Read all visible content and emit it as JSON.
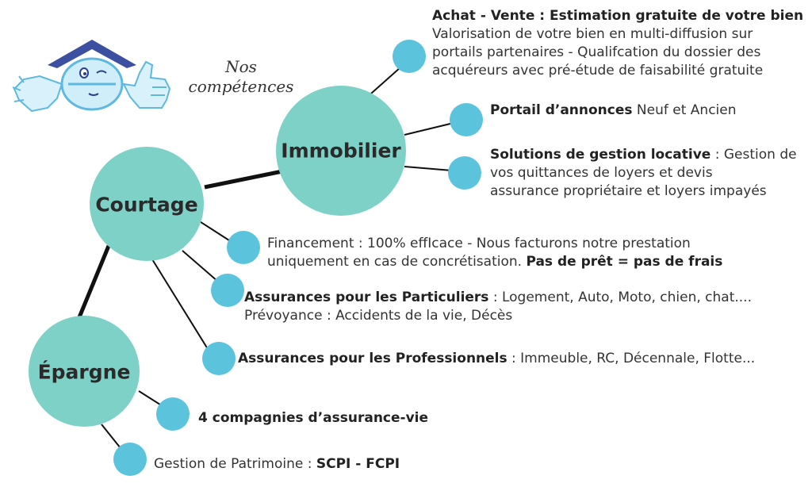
{
  "tagline": {
    "line1": "Nos",
    "line2": "compétences"
  },
  "hubs": {
    "immobilier": "Immobilier",
    "courtage": "Courtage",
    "epargne": "Épargne"
  },
  "items": {
    "achat_vente": {
      "title": "Achat - Vente : Estimation gratuite de votre bien",
      "line1": "Valorisation de votre bien en multi-diffusion sur",
      "line2": "portails partenaires - Qualifcation du dossier des",
      "line3": "acquéreurs avec pré-étude de faisabilité gratuite"
    },
    "portail": {
      "bold": "Portail d’annonces",
      "rest": " Neuf et Ancien"
    },
    "gestion_locative": {
      "bold": "Solutions de gestion locative",
      "rest": " : Gestion de",
      "line2": "vos quittances de loyers et devis",
      "line3": "assurance propriétaire et loyers impayés"
    },
    "financement": {
      "line1": "Financement : 100% effIcace - Nous facturons notre prestation",
      "line2_text": "uniquement en cas de concrétisation. ",
      "line2_bold": "Pas de prêt = pas de frais"
    },
    "assurances_particuliers": {
      "bold": "Assurances pour les Particuliers",
      "rest": " : Logement, Auto, Moto, chien, chat....",
      "line2": "Prévoyance : Accidents de la vie, Décès"
    },
    "assurances_pro": {
      "bold": "Assurances pour les Professionnels",
      "rest": " : Immeuble, RC, Décennale, Flotte..."
    },
    "assurance_vie": {
      "bold": "4 compagnies d’assurance-vie"
    },
    "patrimoine": {
      "text": "Gestion de Patrimoine : ",
      "bold": "SCPI - FCPI"
    }
  },
  "colors": {
    "hub": "#7dd1c6",
    "node": "#5bc4dc",
    "line": "#111111",
    "roof": "#3d4fa0",
    "mascot": "#7fd3ea"
  },
  "icons": {
    "logo": "house-mascot-thumbs-up-icon"
  }
}
